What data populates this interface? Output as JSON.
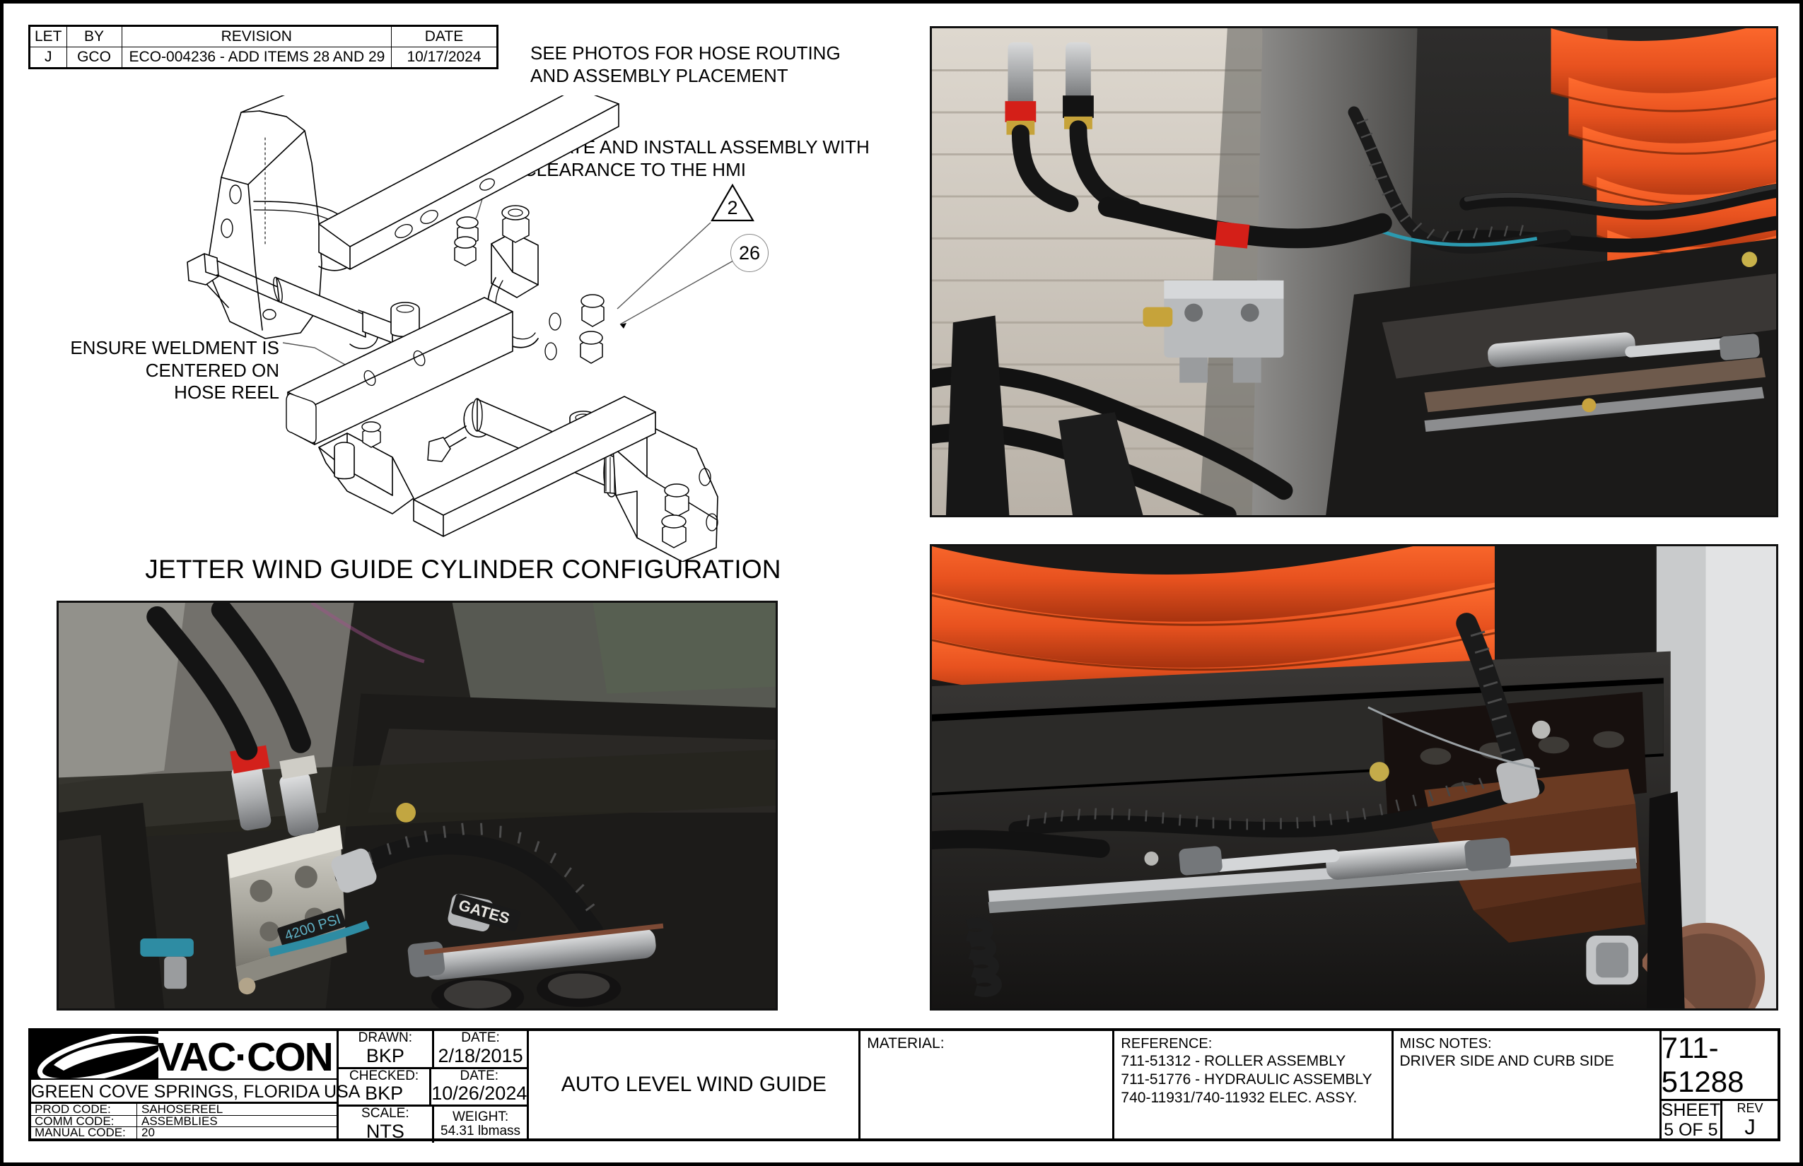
{
  "revision_table": {
    "headers": [
      "LET",
      "BY",
      "REVISION",
      "DATE"
    ],
    "rows": [
      {
        "let": "J",
        "by": "GCO",
        "revision": "ECO-004236 - ADD ITEMS 28 AND 29",
        "date": "10/17/2024"
      }
    ]
  },
  "notes": {
    "see_photos": "SEE PHOTOS FOR HOSE ROUTING\nAND ASSEMBLY PLACEMENT",
    "locate_install": "LOCATE AND INSTALL ASSEMBLY WITH\nCLEARANCE TO THE HMI",
    "ensure_weldment": "ENSURE WELDMENT IS\nCENTERED ON\nHOSE REEL"
  },
  "callouts": {
    "triangle_note": "2",
    "balloon_item": "26"
  },
  "cad": {
    "caption": "JETTER WIND GUIDE CYLINDER CONFIGURATION"
  },
  "photos": {
    "top_right": "driver-side-hose-reel-cylinder-photo",
    "bottom_right": "curb-side-hose-reel-cylinder-photo",
    "bottom_left": "hydraulic-manifold-hose-routing-photo"
  },
  "title_block": {
    "company": "VAC·CON",
    "city": "GREEN COVE SPRINGS, FLORIDA USA",
    "prod_code_label": "PROD CODE:",
    "prod_code_value": "SAHOSEREEL",
    "comm_code_label": "COMM CODE:",
    "comm_code_value": "ASSEMBLIES",
    "manual_code_label": "MANUAL CODE:",
    "manual_code_value": "20",
    "drawn_label": "DRAWN:",
    "drawn_value": "BKP",
    "drawn_date_label": "DATE:",
    "drawn_date_value": "2/18/2015",
    "checked_label": "CHECKED:",
    "checked_value": "BKP",
    "checked_date_label": "DATE:",
    "checked_date_value": "10/26/2024",
    "scale_label": "SCALE:",
    "scale_value": "NTS",
    "weight_label": "WEIGHT:",
    "weight_value": "54.31 lbmass",
    "drawing_title": "AUTO LEVEL WIND GUIDE",
    "material_label": "MATERIAL:",
    "material_value": "",
    "reference_label": "REFERENCE:",
    "reference_lines": [
      "711-51312 - ROLLER ASSEMBLY",
      "711-51776 - HYDRAULIC ASSEMBLY",
      "740-11931/740-11932  ELEC.  ASSY."
    ],
    "misc_notes_label": "MISC NOTES:",
    "misc_notes_value": "DRIVER SIDE AND CURB SIDE",
    "part_number": "711-51288",
    "sheet_label": "SHEET",
    "sheet_value": "5  OF 5",
    "rev_label": "REV",
    "rev_value": "J"
  },
  "colors": {
    "line": "#000000",
    "hose_orange": "#e8521f",
    "leader_gray": "#555555",
    "photo_dark": "#1d1d1f"
  }
}
